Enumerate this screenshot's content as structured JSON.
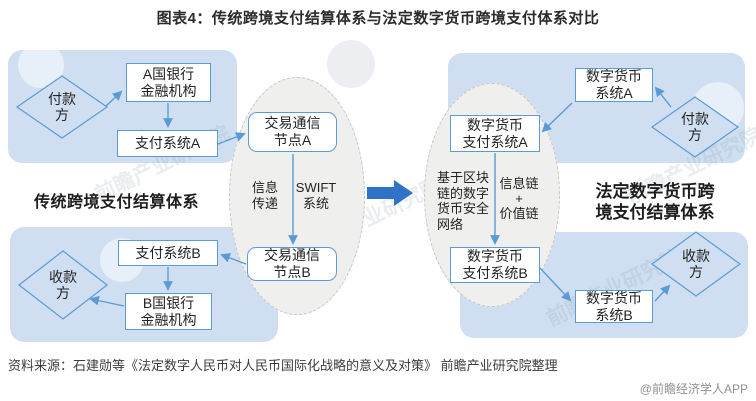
{
  "title": "图表4：传统跨境支付结算体系与法定数字货币跨境支付体系对比",
  "colors": {
    "panel": "#cfdff1",
    "line": "#5b9bd5",
    "bigarrow": "#2e73c8",
    "ellipsefill": "#efefee",
    "ellipseborder": "#c6c6c6",
    "boxfill": "#ffffff",
    "text": "#222222"
  },
  "left_system": {
    "label": "传统跨境支付结算体系",
    "payer": "付款\n方",
    "bank_a": "A国银行\n金融机构",
    "payment_a": "支付系统A",
    "payment_b": "支付系统B",
    "bank_b": "B国银行\n金融机构",
    "payee": "收款\n方"
  },
  "swift_hub": {
    "node_a": "交易通信\n节点A",
    "node_b": "交易通信\n节点B",
    "info": "信息\n传递",
    "swift": "SWIFT\n系统"
  },
  "dc_hub": {
    "pay_system_a": "数字货币\n支付系统A",
    "pay_system_b": "数字货币\n支付系统B",
    "network": "基于区块\n链的数字\n货币安全\n网络",
    "chains": "信息链\n+\n价值链"
  },
  "right_system": {
    "label": "法定数字货币跨\n境支付结算体系",
    "payer": "付款\n方",
    "dc_system_a": "数字货币\n系统A",
    "dc_system_b": "数字货币\n系统B",
    "payee": "收款\n方"
  },
  "footer": {
    "source": "资料来源：石建勋等《法定数字人民币对人民币国际化战略的意义及对策》 前瞻产业研究院整理",
    "brand": "@前瞻经济学人APP"
  },
  "watermark": {
    "text": "前瞻产业研究院"
  }
}
